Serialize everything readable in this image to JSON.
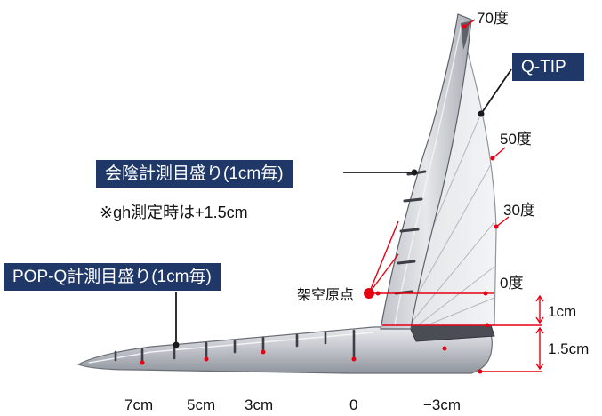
{
  "labels": {
    "q_tip": "Q-TIP",
    "left_scale": "会陰計測目盛り(1cm毎)",
    "left_scale_note": "※gh測定時は+1.5cm",
    "pop_q_scale": "POP-Q計測目盛り(1cm毎)",
    "origin": "架空原点",
    "deg_70": "70度",
    "deg_50": "50度",
    "deg_30": "30度",
    "deg_0": "0度",
    "h_1cm": "1cm",
    "h_1_5cm": "1.5cm",
    "x_7cm": "7cm",
    "x_5cm": "5cm",
    "x_3cm": "3cm",
    "x_0": "0",
    "x_neg3cm": "−3cm"
  },
  "colors": {
    "tag_bg": "#1f3868",
    "marker_red": "#e60012",
    "device_gray": "#9a9ea6",
    "device_edge": "#55585f"
  }
}
